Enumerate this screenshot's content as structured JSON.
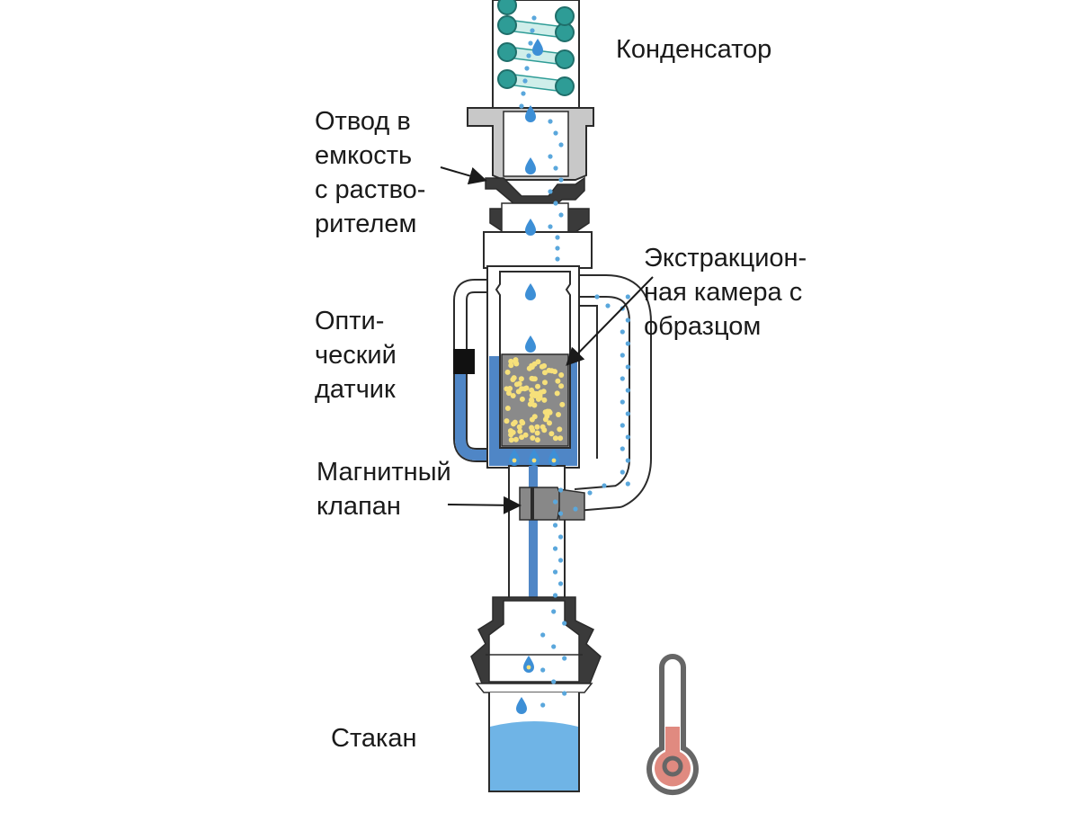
{
  "labels": {
    "condenser": [
      "Конденсатор"
    ],
    "drain": [
      "Отвод в",
      "емкость",
      "с раство-",
      "рителем"
    ],
    "chamber": [
      "Экстракцион-",
      "ная камера с",
      "образцом"
    ],
    "sensor": [
      "Опти-",
      "ческий",
      "датчик"
    ],
    "valve": [
      "Магнитный",
      "клапан"
    ],
    "beaker": [
      "Стакан"
    ]
  },
  "colors": {
    "outline": "#2b2b2b",
    "glass": "#ffffff",
    "solvent": "#4f86c6",
    "beaker_liquid": "#6fb4e6",
    "vapor": "#5aa7dc",
    "drop": "#3d8fd6",
    "coil": "#2e9c96",
    "coil_fill": "#cfeeea",
    "sample_bg": "#8a8a8a",
    "sample_grain": "#f6e07a",
    "joint_grey": "#c8c8c8",
    "joint_dark": "#3a3a3a",
    "thermo_red": "#e08a80",
    "thermo_outline": "#666666"
  },
  "icons": [
    "coil-icon",
    "droplet-icon",
    "thermometer-icon",
    "optical-sensor-icon",
    "valve-icon"
  ]
}
